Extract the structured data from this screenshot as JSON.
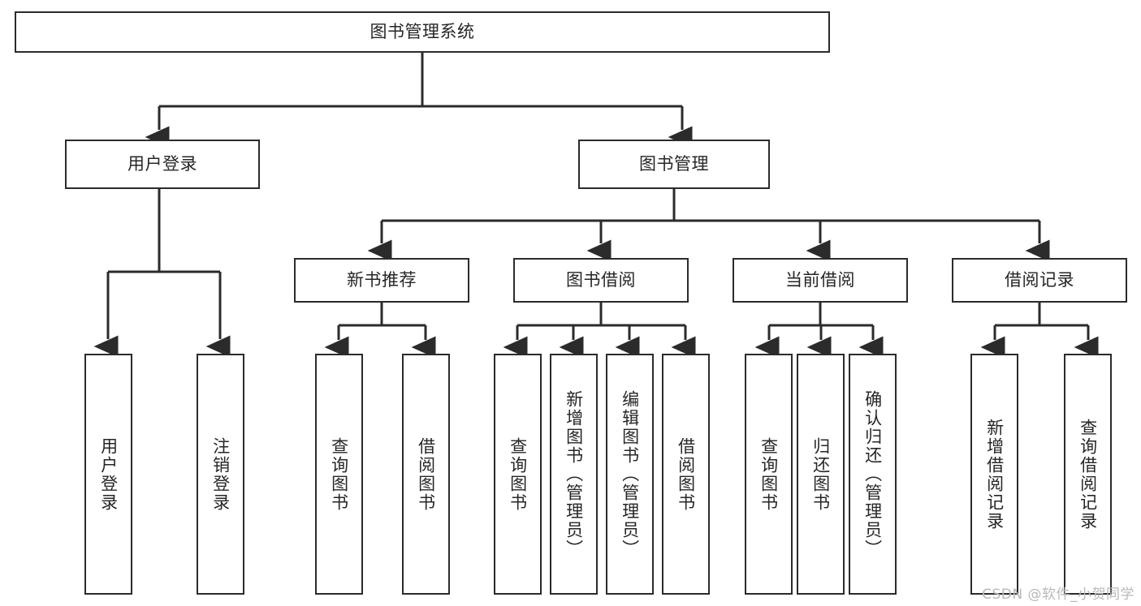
{
  "diagram": {
    "type": "tree-hierarchy-chart",
    "title_node": {
      "id": "root",
      "label": "图书管理系统",
      "orientation": "horizontal"
    },
    "level2": [
      {
        "id": "user-login",
        "label": "用户登录",
        "orientation": "horizontal"
      },
      {
        "id": "book-manage",
        "label": "图书管理",
        "orientation": "horizontal"
      }
    ],
    "level3": [
      {
        "id": "new-book-recommend",
        "label": "新书推荐",
        "orientation": "horizontal",
        "parent": "book-manage"
      },
      {
        "id": "book-borrow",
        "label": "图书借阅",
        "orientation": "horizontal",
        "parent": "book-manage"
      },
      {
        "id": "current-borrow",
        "label": "当前借阅",
        "orientation": "horizontal",
        "parent": "book-manage"
      },
      {
        "id": "borrow-record",
        "label": "借阅记录",
        "orientation": "horizontal",
        "parent": "book-manage"
      }
    ],
    "leaves": [
      {
        "id": "leaf-user-login",
        "label": "用户登录",
        "parent": "user-login"
      },
      {
        "id": "leaf-logout-login",
        "label": "注销登录",
        "parent": "user-login"
      },
      {
        "id": "leaf-query-book-1",
        "label": "查询图书",
        "parent": "new-book-recommend"
      },
      {
        "id": "leaf-borrow-book-1",
        "label": "借阅图书",
        "parent": "new-book-recommend"
      },
      {
        "id": "leaf-query-book-2",
        "label": "查询图书",
        "parent": "book-borrow"
      },
      {
        "id": "leaf-add-book",
        "label": "新增图书（管理员）",
        "parent": "book-borrow"
      },
      {
        "id": "leaf-edit-book",
        "label": "编辑图书（管理员）",
        "parent": "book-borrow"
      },
      {
        "id": "leaf-borrow-book-2",
        "label": "借阅图书",
        "parent": "book-borrow"
      },
      {
        "id": "leaf-query-book-3",
        "label": "查询图书",
        "parent": "current-borrow"
      },
      {
        "id": "leaf-return-book",
        "label": "归还图书",
        "parent": "current-borrow"
      },
      {
        "id": "leaf-confirm-return",
        "label": "确认归还（管理员）",
        "parent": "current-borrow"
      },
      {
        "id": "leaf-add-record",
        "label": "新增借阅记录",
        "parent": "borrow-record"
      },
      {
        "id": "leaf-query-record",
        "label": "查询借阅记录",
        "parent": "borrow-record"
      }
    ]
  },
  "watermark": {
    "text": "CSDN @软件_小贺同学"
  },
  "colors": {
    "border": "#2b2b2b",
    "background": "#ffffff",
    "text": "#262626",
    "watermark": "#b8b8b8"
  }
}
